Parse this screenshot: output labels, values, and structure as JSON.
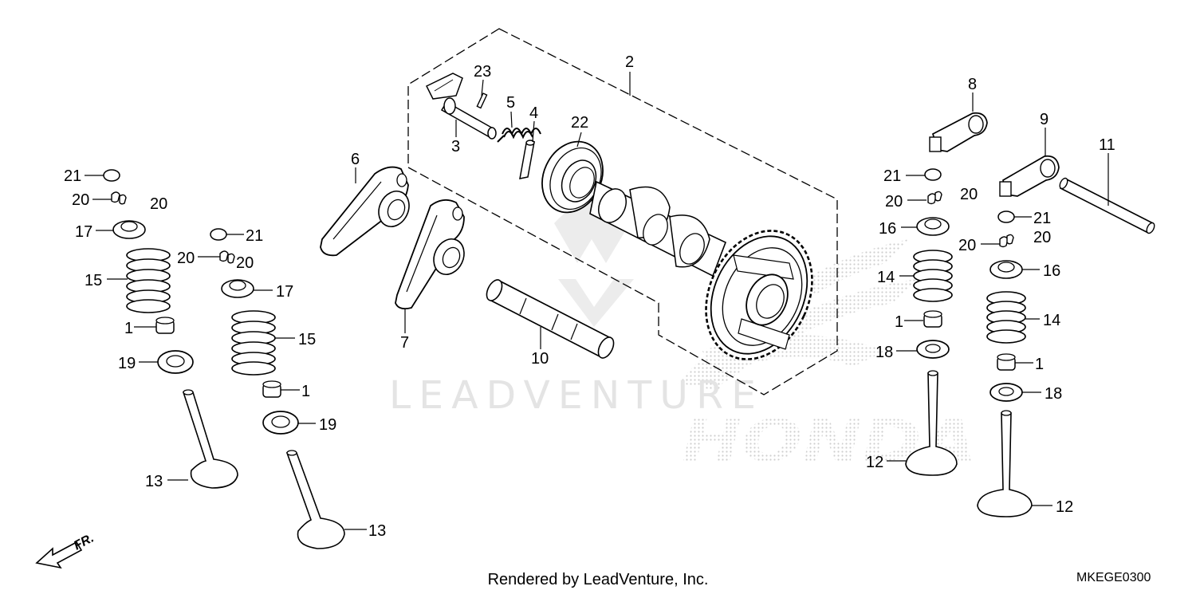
{
  "watermark": {
    "leadventure_text": "LEADVENTURE",
    "honda_text": "HONDA",
    "color": "#e3e3e3"
  },
  "direction_arrow": {
    "label": "FR."
  },
  "footer": {
    "credit": "Rendered by LeadVenture, Inc.",
    "diagram_code": "MKEGE0300"
  },
  "colors": {
    "line": "#000000",
    "part_fill": "#ffffff",
    "shade": "#bdbdbd"
  },
  "callouts": {
    "c2": "2",
    "c23": "23",
    "c5": "5",
    "c4": "4",
    "c3": "3",
    "c22": "22",
    "c6": "6",
    "c7": "7",
    "c10": "10",
    "c8": "8",
    "c9": "9",
    "c11": "11",
    "l21": "21",
    "l20a": "20",
    "l20b": "20",
    "l17": "17",
    "l15": "15",
    "l1": "1",
    "l19": "19",
    "l13": "13",
    "m21": "21",
    "m20a": "20",
    "m20b": "20",
    "m17": "17",
    "m15": "15",
    "m1": "1",
    "m19": "19",
    "m13": "13",
    "r21": "21",
    "r20a": "20",
    "r20b": "20",
    "r16": "16",
    "r14": "14",
    "r1": "1",
    "r18": "18",
    "r12": "12",
    "s21": "21",
    "s20a": "20",
    "s20b": "20",
    "s16": "16",
    "s14": "14",
    "s1": "1",
    "s18": "18",
    "s12": "12"
  }
}
